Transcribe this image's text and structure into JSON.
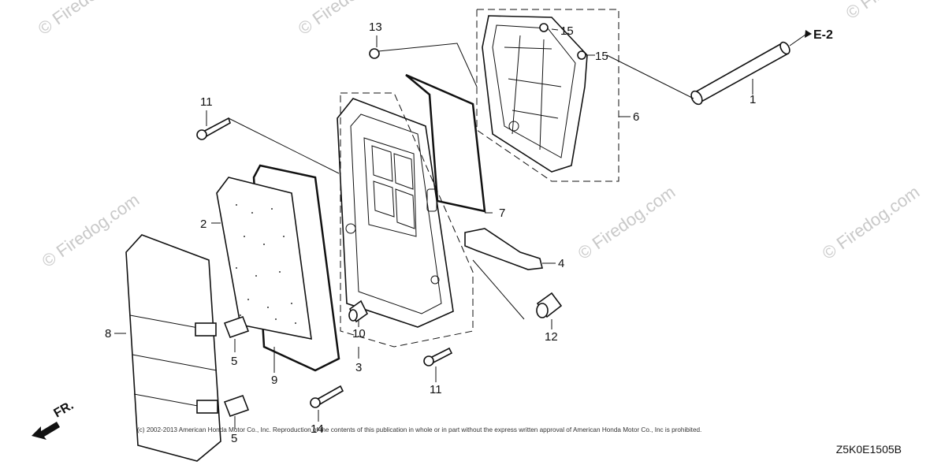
{
  "watermark": "© Firedog.com",
  "watermark_short": "© Firedog",
  "reference_label": "E-2",
  "direction_label": "FR.",
  "copyright": "(c) 2002-2013 American Honda Motor Co., Inc. Reproduction of the contents of this publication in whole or in part without the express written approval of American Honda Motor Co., Inc is prohibited.",
  "diagram_code": "Z5K0E1505B",
  "callouts": {
    "c1": "1",
    "c2": "2",
    "c3": "3",
    "c4": "4",
    "c5a": "5",
    "c5b": "5",
    "c6": "6",
    "c7": "7",
    "c8": "8",
    "c9": "9",
    "c10": "10",
    "c11a": "11",
    "c11b": "11",
    "c12": "12",
    "c13": "13",
    "c14": "14",
    "c15a": "15",
    "c15b": "15"
  }
}
